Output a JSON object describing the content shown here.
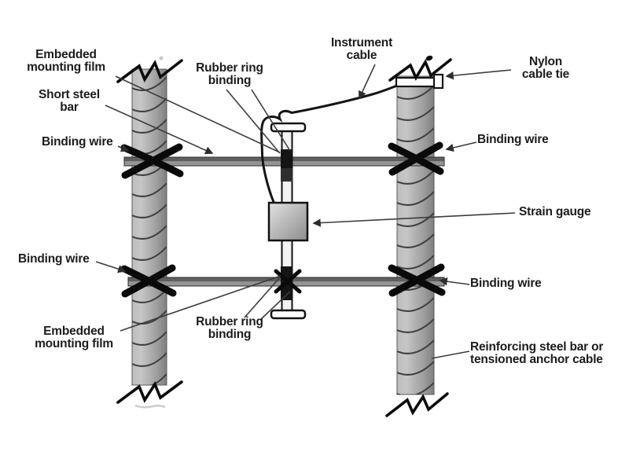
{
  "figure": {
    "kind": "technical-installation-diagram",
    "subject": "Strain gauge mounted between reinforcing steel bars"
  },
  "theme": {
    "background": "#ffffff",
    "text": "#1c1c1c",
    "ink": "#0a0a0a",
    "bar_body": "#949494",
    "bar_top": "#5f5f5f",
    "steel_light": "#c6c6c6",
    "steel_dark": "#7f7f7f",
    "gauge_light": "#e2e2e2",
    "gauge_dark": "#8c8c8c"
  },
  "labels": {
    "embedded_film_top": {
      "line1": "Embedded",
      "line2": "mounting film"
    },
    "short_steel_bar": {
      "line1": "Short steel",
      "line2": "bar"
    },
    "binding_wire_left_top": {
      "line1": "Binding wire"
    },
    "rubber_ring_top": {
      "line1": "Rubber ring",
      "line2": "binding"
    },
    "instrument_cable": {
      "line1": "Instrument",
      "line2": "cable"
    },
    "nylon_cable_tie": {
      "line1": "Nylon",
      "line2": "cable tie"
    },
    "binding_wire_right_top": {
      "line1": "Binding wire"
    },
    "strain_gauge": {
      "line1": "Strain gauge"
    },
    "binding_wire_left_bottom": {
      "line1": "Binding wire"
    },
    "embedded_film_bottom": {
      "line1": "Embedded",
      "line2": "mounting film"
    },
    "rubber_ring_bottom": {
      "line1": "Rubber ring",
      "line2": "binding"
    },
    "binding_wire_right_bottom": {
      "line1": "Binding wire"
    },
    "reinforcing_bar": {
      "line1": "Reinforcing steel bar or",
      "line2": "tensioned anchor cable"
    }
  }
}
